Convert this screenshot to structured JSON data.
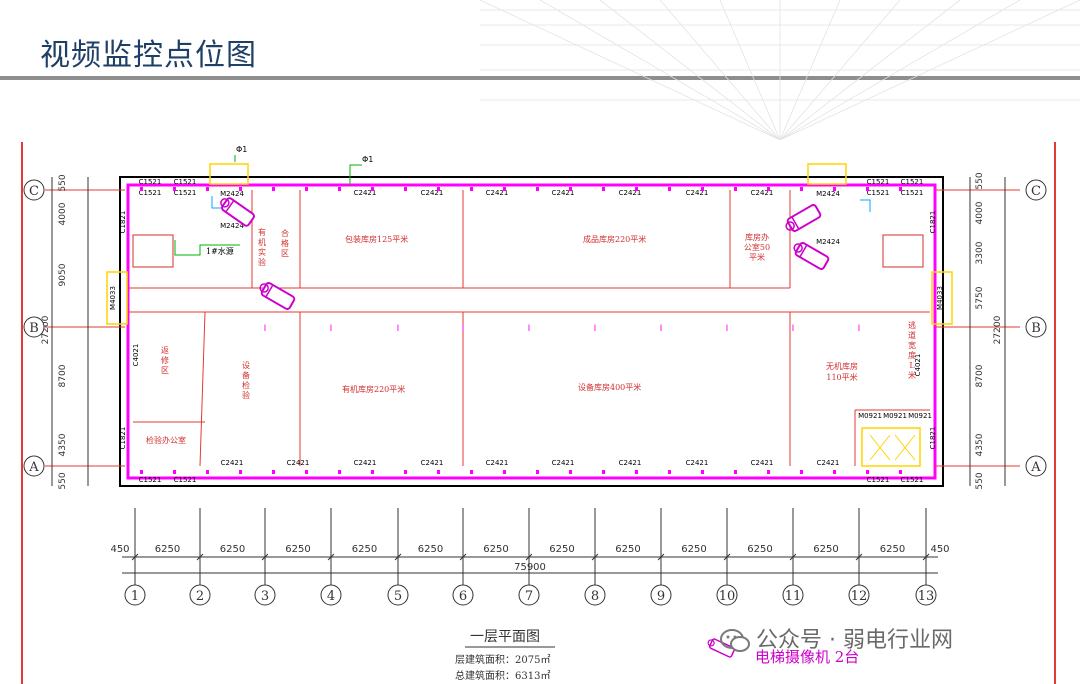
{
  "slide": {
    "title": "视频监控点位图"
  },
  "plan": {
    "title": "一层平面图",
    "floor_area": "层建筑面积：2075㎡",
    "total_area": "总建筑面积：6313㎡",
    "total_length": "75900",
    "edge_left": "450",
    "edge_right": "450",
    "bay_dim": "6250",
    "axes_x": [
      "1",
      "2",
      "3",
      "4",
      "5",
      "6",
      "7",
      "8",
      "9",
      "10",
      "11",
      "12",
      "13"
    ],
    "axes_y": [
      "C",
      "B",
      "A"
    ],
    "left_dims": [
      "550",
      "4000",
      "9050",
      "8700",
      "4350",
      "550"
    ],
    "left_total": "27200",
    "right_dims": [
      "550",
      "4000",
      "3300",
      "5750",
      "8700",
      "4350",
      "550"
    ],
    "right_total": "27200",
    "rooms": {
      "packing": "包装库房125平米",
      "finished": "成品库房220平米",
      "office_top_right": [
        "库房办",
        "公室50",
        "平米"
      ],
      "machine_test": [
        "有",
        "机",
        "实",
        "验"
      ],
      "qualified": [
        "合",
        "格",
        "区"
      ],
      "repair": [
        "返",
        "修",
        "区"
      ],
      "equip_check": [
        "设",
        "备",
        "检",
        "验"
      ],
      "organic": "有机库房220平米",
      "equipment": "设备库房400平米",
      "inorganic": [
        "无机库房",
        "110平米"
      ],
      "qc_office": "检验办公室",
      "escape": [
        "逃",
        "道",
        "宽",
        "度",
        "L",
        "米"
      ],
      "room_text": "1#水源"
    },
    "windows": [
      "C1521",
      "C2421",
      "M2424",
      "C1821",
      "M4033",
      "C4021",
      "M0921"
    ],
    "flag": "Φ1"
  },
  "legend": {
    "text": "电梯摄像机  2台"
  },
  "watermark": {
    "text": "公众号 · 弱电行业网"
  },
  "colors": {
    "wall": "#ff00ff",
    "axis": "#e53935",
    "dim": "#333333",
    "camera": "#cc00cc",
    "title": "#1f3f66"
  }
}
